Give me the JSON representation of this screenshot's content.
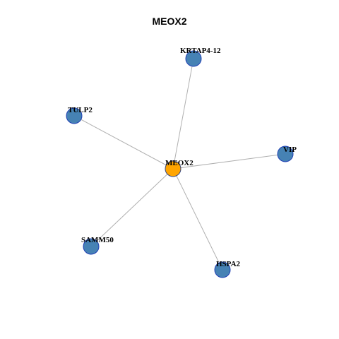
{
  "title": "MEOX2",
  "colors": {
    "background": "#ffffff",
    "edge": "#b0b0b0",
    "center_fill": "#ffa500",
    "center_stroke": "#3b4a80",
    "leaf_fill": "#4682b4",
    "leaf_stroke": "#1f3fb4",
    "label": "#000000"
  },
  "network": {
    "center": {
      "id": "MEOX2",
      "label": "MEOX2"
    },
    "nodes": [
      {
        "id": "KRTAP4-12",
        "label": "KRTAP4-12"
      },
      {
        "id": "TULP2",
        "label": "TULP2"
      },
      {
        "id": "VIP",
        "label": "VIP"
      },
      {
        "id": "SAMM50",
        "label": "SAMM50"
      },
      {
        "id": "HSPA2",
        "label": "HSPA2"
      }
    ],
    "edges": [
      {
        "source": "MEOX2",
        "target": "KRTAP4-12"
      },
      {
        "source": "MEOX2",
        "target": "TULP2"
      },
      {
        "source": "MEOX2",
        "target": "VIP"
      },
      {
        "source": "MEOX2",
        "target": "SAMM50"
      },
      {
        "source": "MEOX2",
        "target": "HSPA2"
      }
    ]
  }
}
